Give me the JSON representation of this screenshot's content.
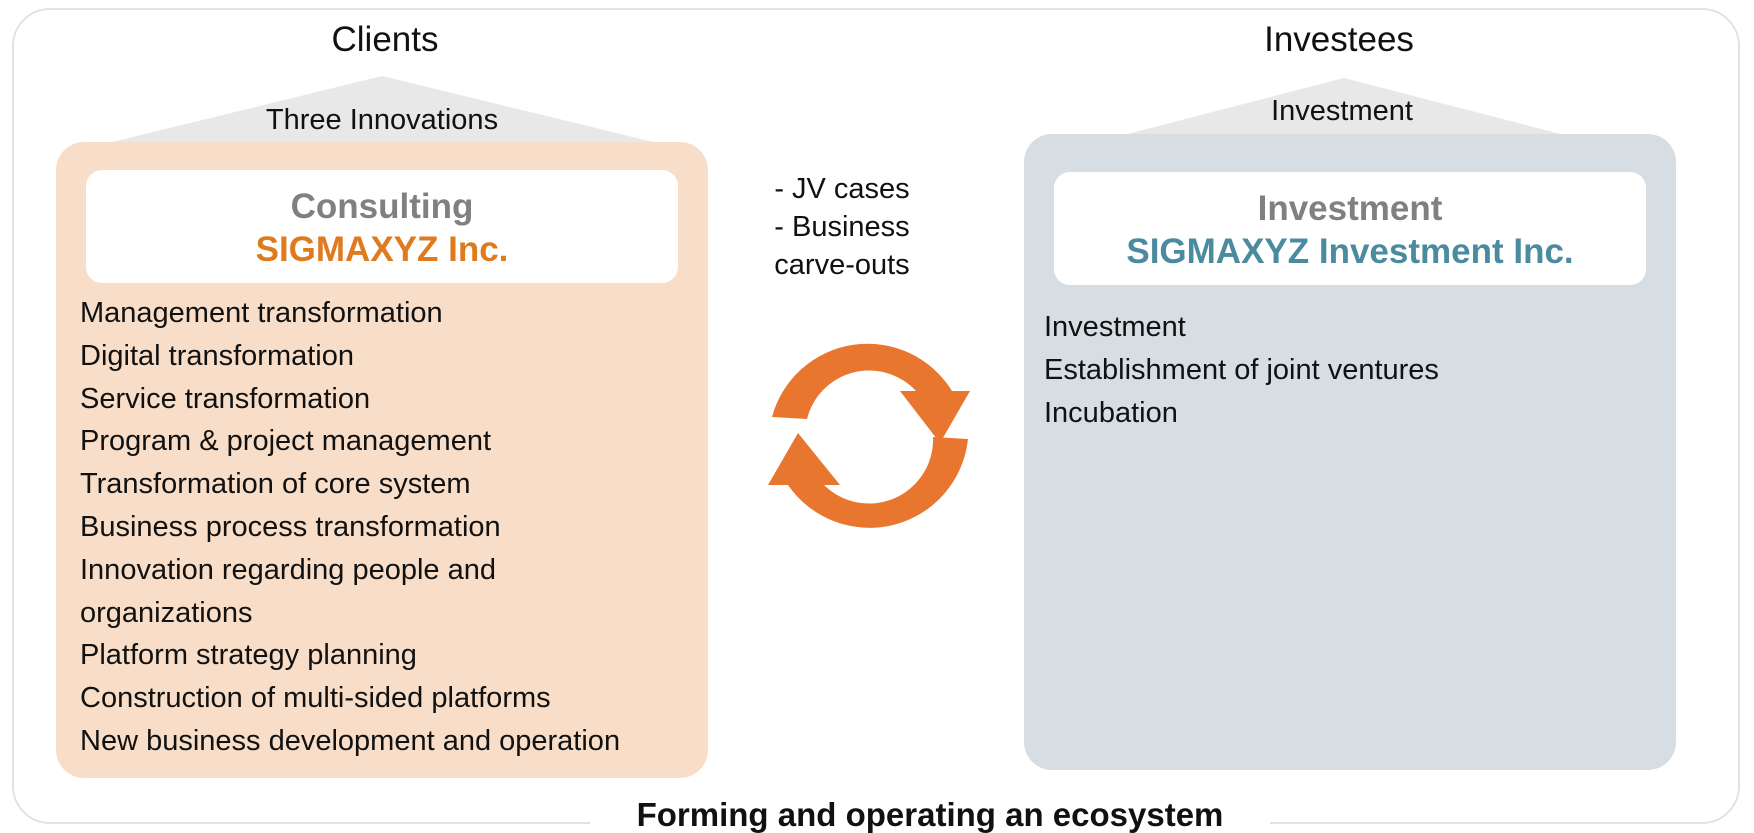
{
  "clients": {
    "heading": "Clients",
    "roof_label": "Three Innovations",
    "card_title": "Consulting",
    "company": "SIGMAXYZ Inc.",
    "services": [
      "Management transformation",
      "Digital transformation",
      "Service transformation",
      "Program & project management",
      "Transformation of core system",
      "Business process transformation",
      "Innovation regarding people and",
      "organizations",
      "Platform strategy planning",
      "Construction of multi-sided platforms",
      "New business development and operation"
    ]
  },
  "investees": {
    "heading": "Investees",
    "roof_label": "Investment",
    "card_title": "Investment",
    "company": "SIGMAXYZ Investment Inc.",
    "services": [
      "Investment",
      "Establishment of joint ventures",
      "Incubation"
    ]
  },
  "center": {
    "lines": [
      "- JV cases",
      "- Business",
      "carve-outs"
    ],
    "cycle_icon": "circular-arrows-icon"
  },
  "footer": {
    "title": "Forming and operating an ecosystem"
  },
  "colors": {
    "consulting_panel": "#f8dec8",
    "investment_panel": "#d6dee4",
    "consulting_accent": "#e07a1f",
    "investment_accent": "#4a8ba0",
    "cycle_arrows": "#e8762e",
    "roof": "#e8e8e8"
  }
}
